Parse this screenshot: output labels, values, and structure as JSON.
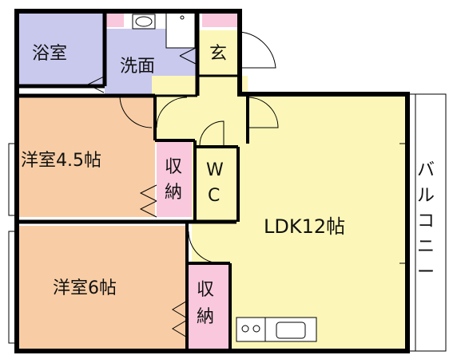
{
  "rooms": {
    "bath": "浴室",
    "washroom": "洗面",
    "entrance": "玄",
    "western_room_1": "洋室4.5帖",
    "storage_1": [
      "収",
      "納"
    ],
    "wc": [
      "W",
      "C"
    ],
    "ldk": "LDK12帖",
    "western_room_2": "洋室6帖",
    "storage_2": [
      "収",
      "納"
    ],
    "balcony": [
      "バ",
      "ル",
      "コ",
      "ニ",
      "ー"
    ]
  },
  "colors": {
    "bath": "#c9c9ee",
    "washroom": "#c9c9ee",
    "western": "#f8cda5",
    "storage": "#f9c8dc",
    "ldk": "#fcf7b8",
    "wc": "#c9c9ee",
    "entrance": "#fcf7b8",
    "balcony": "#ffffff",
    "wall": "#000000"
  }
}
